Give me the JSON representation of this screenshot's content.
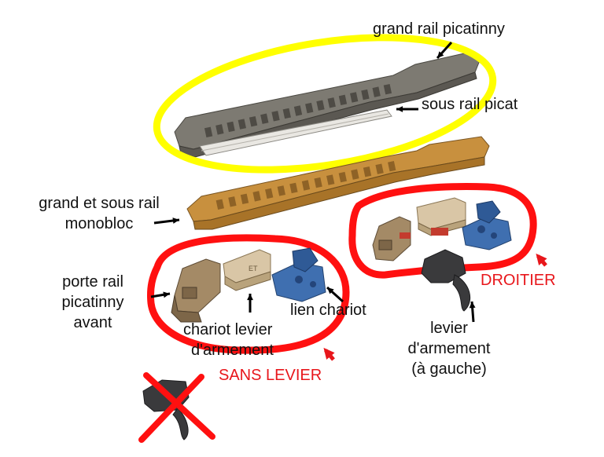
{
  "colors": {
    "highlight_yellow": "#ffff00",
    "circle_red": "#ff1010",
    "label_red": "#e8161b",
    "arrow_black": "#000000",
    "rail_grey": "#7d7a72",
    "rail_tan": "#c8903e",
    "support_blue": "#3f6fb0",
    "part_khaki": "#a48a66",
    "part_beige": "#d9c6a6",
    "lever_dark": "#3a3a3c"
  },
  "labels": {
    "grand_rail": "grand rail picatinny",
    "sous_rail": "sous rail picat",
    "monobloc_line1": "grand et sous rail",
    "monobloc_line2": "monobloc",
    "porte_rail_line1": "porte rail",
    "porte_rail_line2": "picatinny",
    "porte_rail_line3": "avant",
    "chariot_line1": "chariot levier",
    "chariot_line2": "d'armement",
    "lien_chariot": "lien chariot",
    "levier_line1": "levier",
    "levier_line2": "d'armement",
    "levier_line3": "(à gauche)",
    "droitier": "DROITIER",
    "sans_levier": "SANS LEVIER",
    "chariot_engraving": "ET"
  }
}
